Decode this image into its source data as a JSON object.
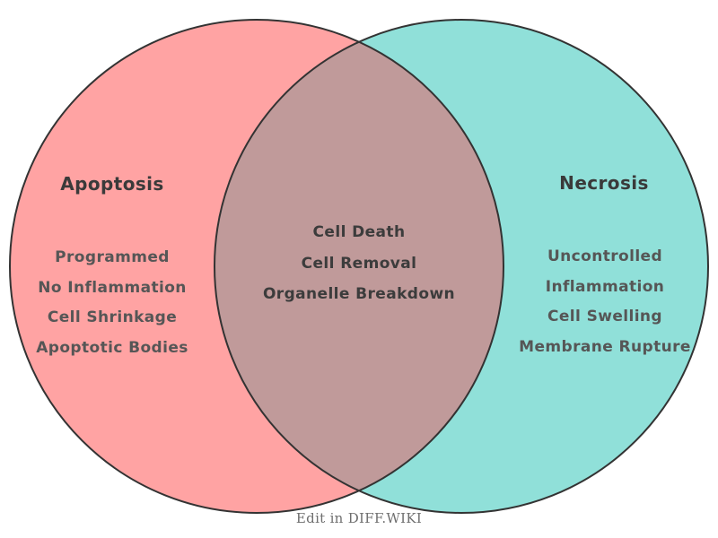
{
  "diagram": {
    "left": {
      "title": "Apoptosis",
      "items": [
        "Programmed",
        "No Inflammation",
        "Cell Shrinkage",
        "Apoptotic Bodies"
      ],
      "color": "#FFA3A3"
    },
    "right": {
      "title": "Necrosis",
      "items": [
        "Uncontrolled",
        "Inflammation",
        "Cell Swelling",
        "Membrane Rupture"
      ],
      "color": "#90E0D9"
    },
    "overlap": {
      "items": [
        "Cell Death",
        "Cell Removal",
        "Organelle Breakdown"
      ],
      "color": "#C09A9A"
    },
    "outline_color": "#333333",
    "footer_label": "Edit in DIFF.WIKI"
  }
}
